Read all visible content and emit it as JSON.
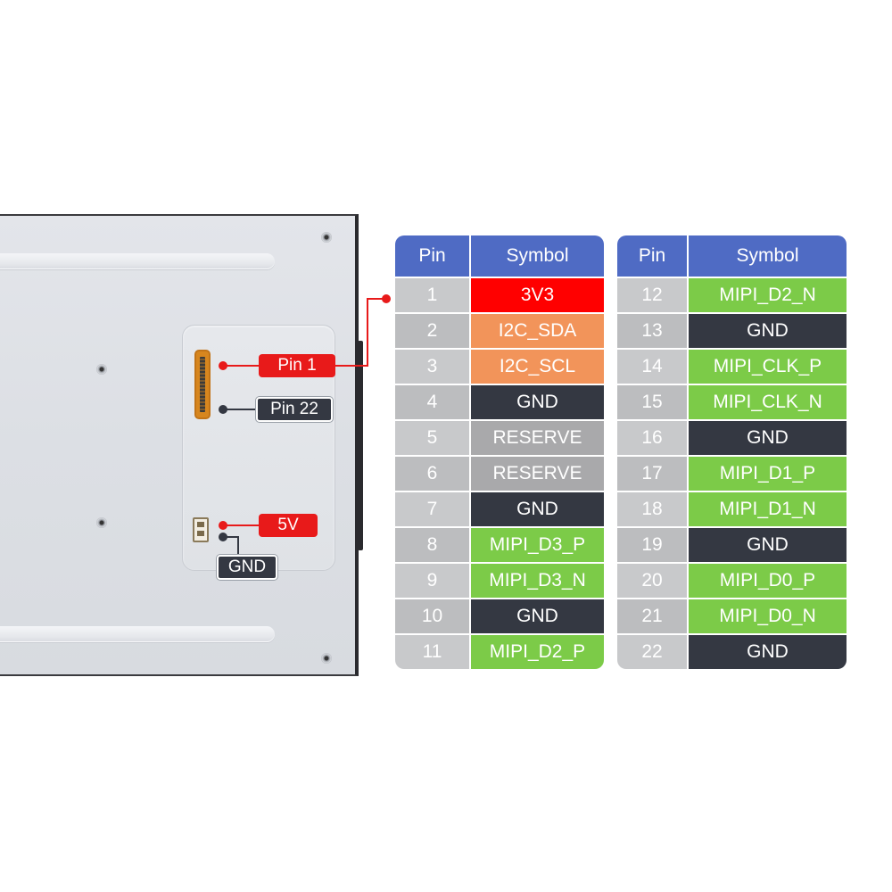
{
  "callouts": {
    "pin1": "Pin 1",
    "pin22": "Pin 22",
    "v5": "5V",
    "gnd": "GND"
  },
  "table_header": {
    "pin": "Pin",
    "symbol": "Symbol"
  },
  "colors": {
    "header": "#4f6bc4",
    "red": "#ff0000",
    "orange": "#f2945a",
    "dark": "#343842",
    "gray": "#a9a9ab",
    "green": "#7ccb48"
  },
  "left_rows": [
    {
      "pin": "1",
      "symbol": "3V3",
      "color": "red"
    },
    {
      "pin": "2",
      "symbol": "I2C_SDA",
      "color": "orange"
    },
    {
      "pin": "3",
      "symbol": "I2C_SCL",
      "color": "orange"
    },
    {
      "pin": "4",
      "symbol": "GND",
      "color": "dark"
    },
    {
      "pin": "5",
      "symbol": "RESERVE",
      "color": "gray"
    },
    {
      "pin": "6",
      "symbol": "RESERVE",
      "color": "gray"
    },
    {
      "pin": "7",
      "symbol": "GND",
      "color": "dark"
    },
    {
      "pin": "8",
      "symbol": "MIPI_D3_P",
      "color": "green"
    },
    {
      "pin": "9",
      "symbol": "MIPI_D3_N",
      "color": "green"
    },
    {
      "pin": "10",
      "symbol": "GND",
      "color": "dark"
    },
    {
      "pin": "11",
      "symbol": "MIPI_D2_P",
      "color": "green"
    }
  ],
  "right_rows": [
    {
      "pin": "12",
      "symbol": "MIPI_D2_N",
      "color": "green"
    },
    {
      "pin": "13",
      "symbol": "GND",
      "color": "dark"
    },
    {
      "pin": "14",
      "symbol": "MIPI_CLK_P",
      "color": "green"
    },
    {
      "pin": "15",
      "symbol": "MIPI_CLK_N",
      "color": "green"
    },
    {
      "pin": "16",
      "symbol": "GND",
      "color": "dark"
    },
    {
      "pin": "17",
      "symbol": "MIPI_D1_P",
      "color": "green"
    },
    {
      "pin": "18",
      "symbol": "MIPI_D1_N",
      "color": "green"
    },
    {
      "pin": "19",
      "symbol": "GND",
      "color": "dark"
    },
    {
      "pin": "20",
      "symbol": "MIPI_D0_P",
      "color": "green"
    },
    {
      "pin": "21",
      "symbol": "MIPI_D0_N",
      "color": "green"
    },
    {
      "pin": "22",
      "symbol": "GND",
      "color": "dark"
    }
  ]
}
